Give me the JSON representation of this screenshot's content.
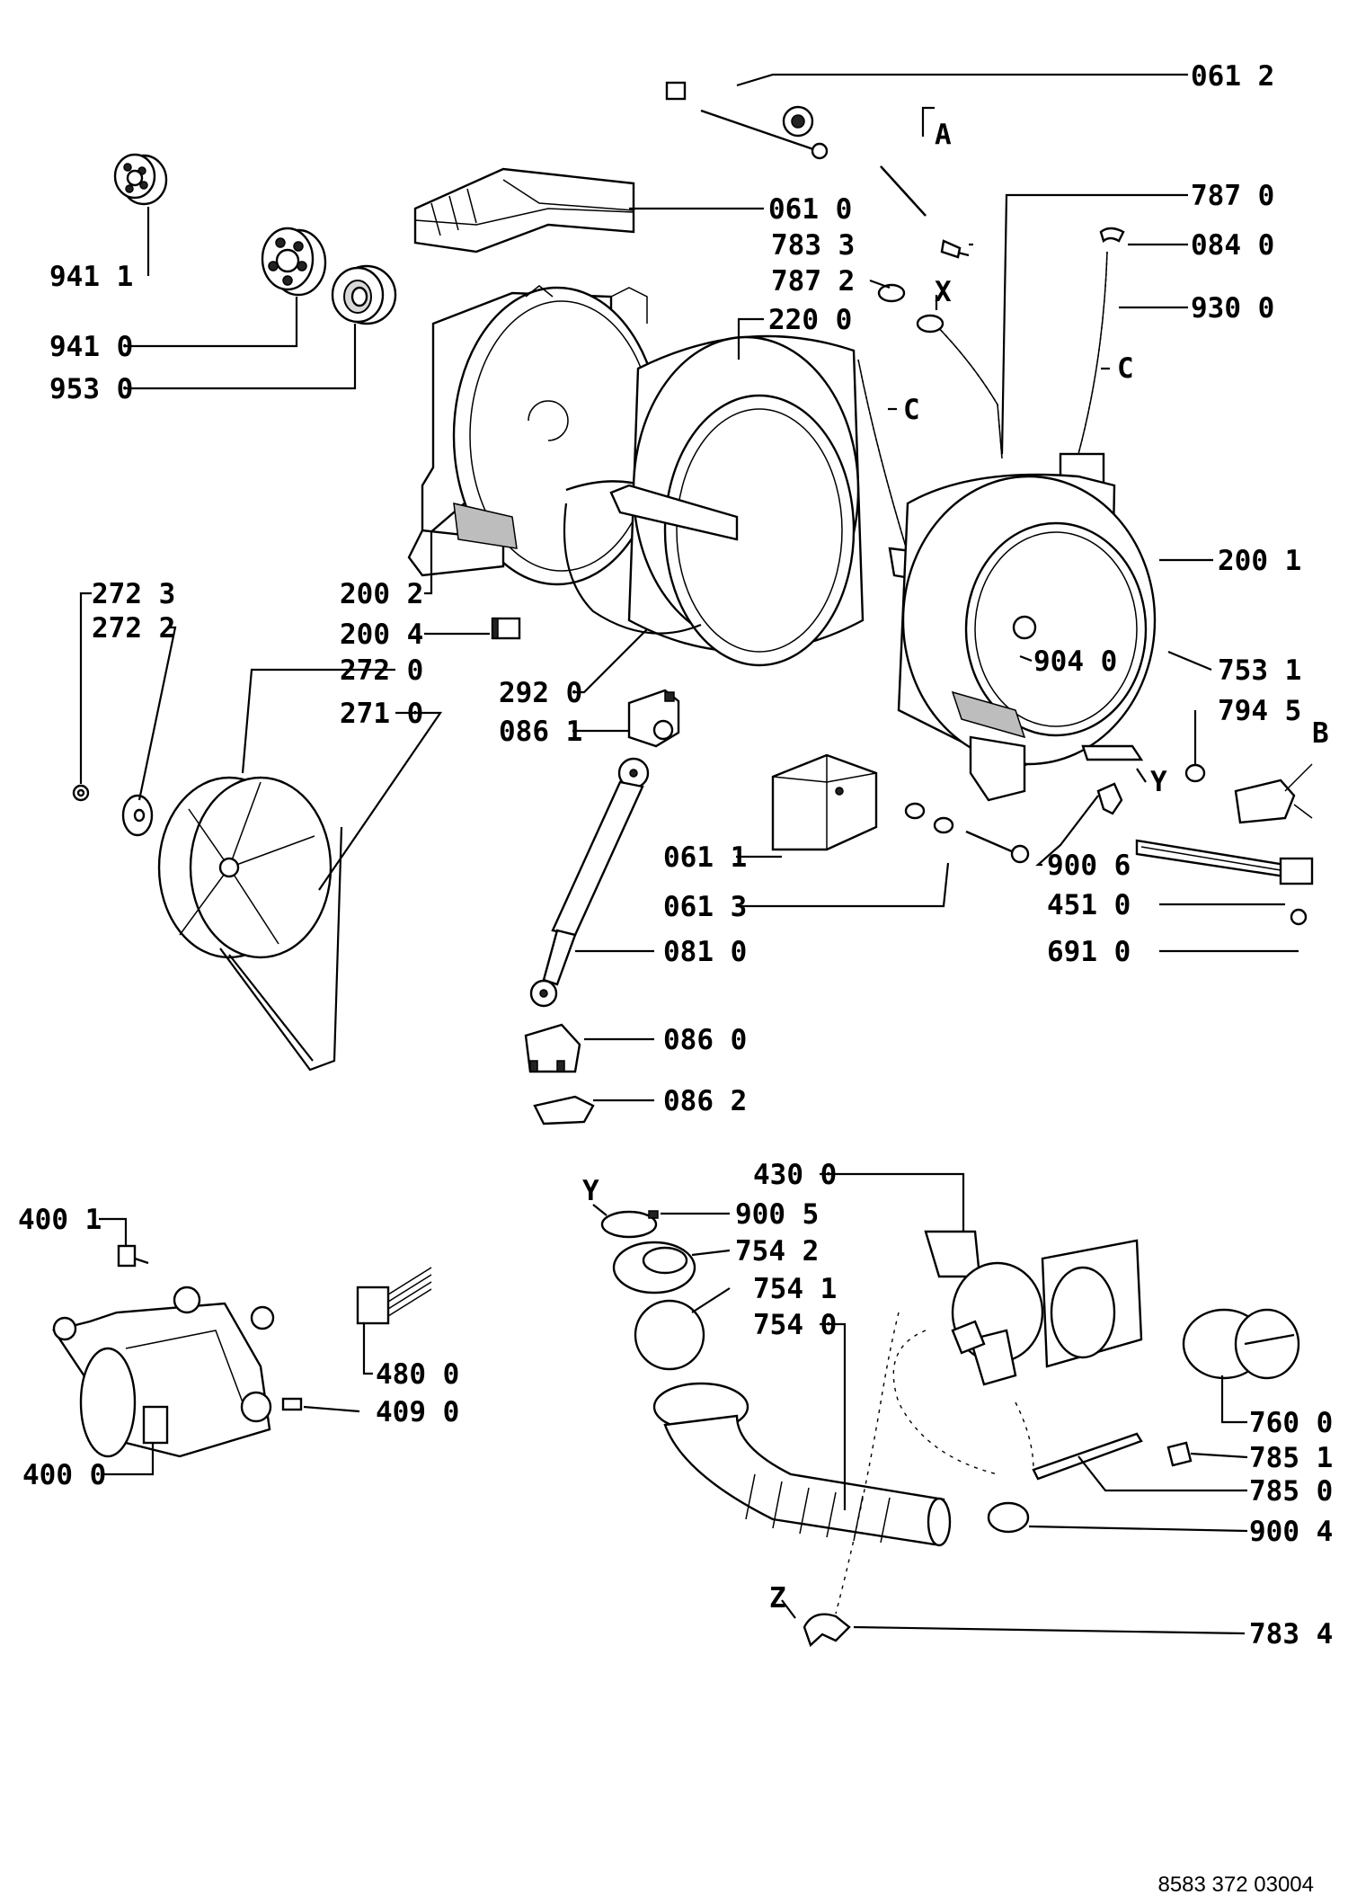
{
  "document_ref": "8583 372 03004",
  "labels": {
    "l0612": "061 2",
    "lA": "A",
    "l0610": "061 0",
    "l7870": "787 0",
    "l7833": "783 3",
    "l0840": "084 0",
    "l7872": "787 2",
    "lX": "X",
    "l9411": "941 1",
    "l2200": "220 0",
    "l9300": "930 0",
    "l9410": "941 0",
    "lC1": "C",
    "lC2": "C",
    "l9530": "953 0",
    "l2001": "200 1",
    "l2723": "272 3",
    "l2722": "272 2",
    "l2002": "200 2",
    "l2004": "200 4",
    "l9040": "904 0",
    "l7531": "753 1",
    "l2720": "272 0",
    "l2920": "292 0",
    "l2710": "271 0",
    "l7945": "794 5",
    "lB": "B",
    "l0861": "086 1",
    "lY1": "Y",
    "l0611": "061 1",
    "l9006": "900 6",
    "l0613": "061 3",
    "l4510": "451 0",
    "l6910": "691 0",
    "l0810": "081 0",
    "l0860": "086 0",
    "l0862": "086 2",
    "l4300": "430 0",
    "lY2": "Y",
    "l9005": "900 5",
    "l4001": "400 1",
    "l7542": "754 2",
    "l7541": "754 1",
    "l7540": "754 0",
    "l4800": "480 0",
    "l4090": "409 0",
    "l7600": "760 0",
    "l4000": "400 0",
    "l7851": "785 1",
    "l7850": "785 0",
    "l9004": "900 4",
    "lZ": "Z",
    "l7834": "783 4"
  }
}
